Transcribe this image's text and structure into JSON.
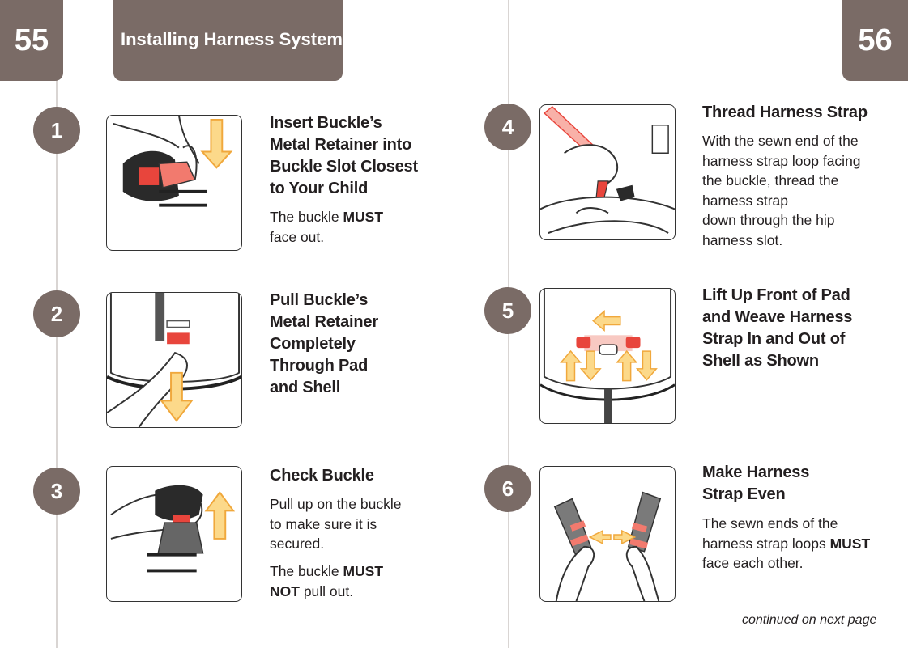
{
  "header": {
    "left_page_number": "55",
    "title": "Installing Harness System",
    "right_page_number": "56"
  },
  "steps": [
    {
      "number": "1",
      "heading": "Insert Buckle’s\nMetal Retainer into\nBuckle Slot Closest\nto Your Child",
      "paragraphs": [
        {
          "pre": "The buckle ",
          "bold": "MUST",
          "post": "\nface out."
        }
      ]
    },
    {
      "number": "2",
      "heading": "Pull Buckle’s\nMetal Retainer\nCompletely\nThrough Pad\nand Shell",
      "paragraphs": []
    },
    {
      "number": "3",
      "heading": "Check Buckle",
      "paragraphs": [
        {
          "pre": "Pull up on the buckle\nto make sure it is\nsecured.",
          "bold": "",
          "post": ""
        },
        {
          "pre": "The buckle ",
          "bold": "MUST\nNOT",
          "post": " pull out."
        }
      ]
    },
    {
      "number": "4",
      "heading": "Thread Harness Strap",
      "paragraphs": [
        {
          "pre": "With the sewn end of the\nharness strap loop facing\nthe buckle, thread the\nharness strap\ndown through the hip\nharness slot.",
          "bold": "",
          "post": ""
        }
      ]
    },
    {
      "number": "5",
      "heading": "Lift Up Front of Pad\nand Weave Harness\nStrap In and Out of\nShell as Shown",
      "paragraphs": []
    },
    {
      "number": "6",
      "heading": "Make Harness\nStrap Even",
      "paragraphs": [
        {
          "pre": "The sewn ends of the\nharness strap loops ",
          "bold": "MUST",
          "post": "\nface each other."
        }
      ]
    }
  ],
  "footer": {
    "continued": "continued on next page"
  },
  "colors": {
    "tab": "#7a6b66",
    "arrow_fill": "#fcd98a",
    "arrow_stroke": "#f0a83c",
    "accent_red": "#e8453c"
  }
}
